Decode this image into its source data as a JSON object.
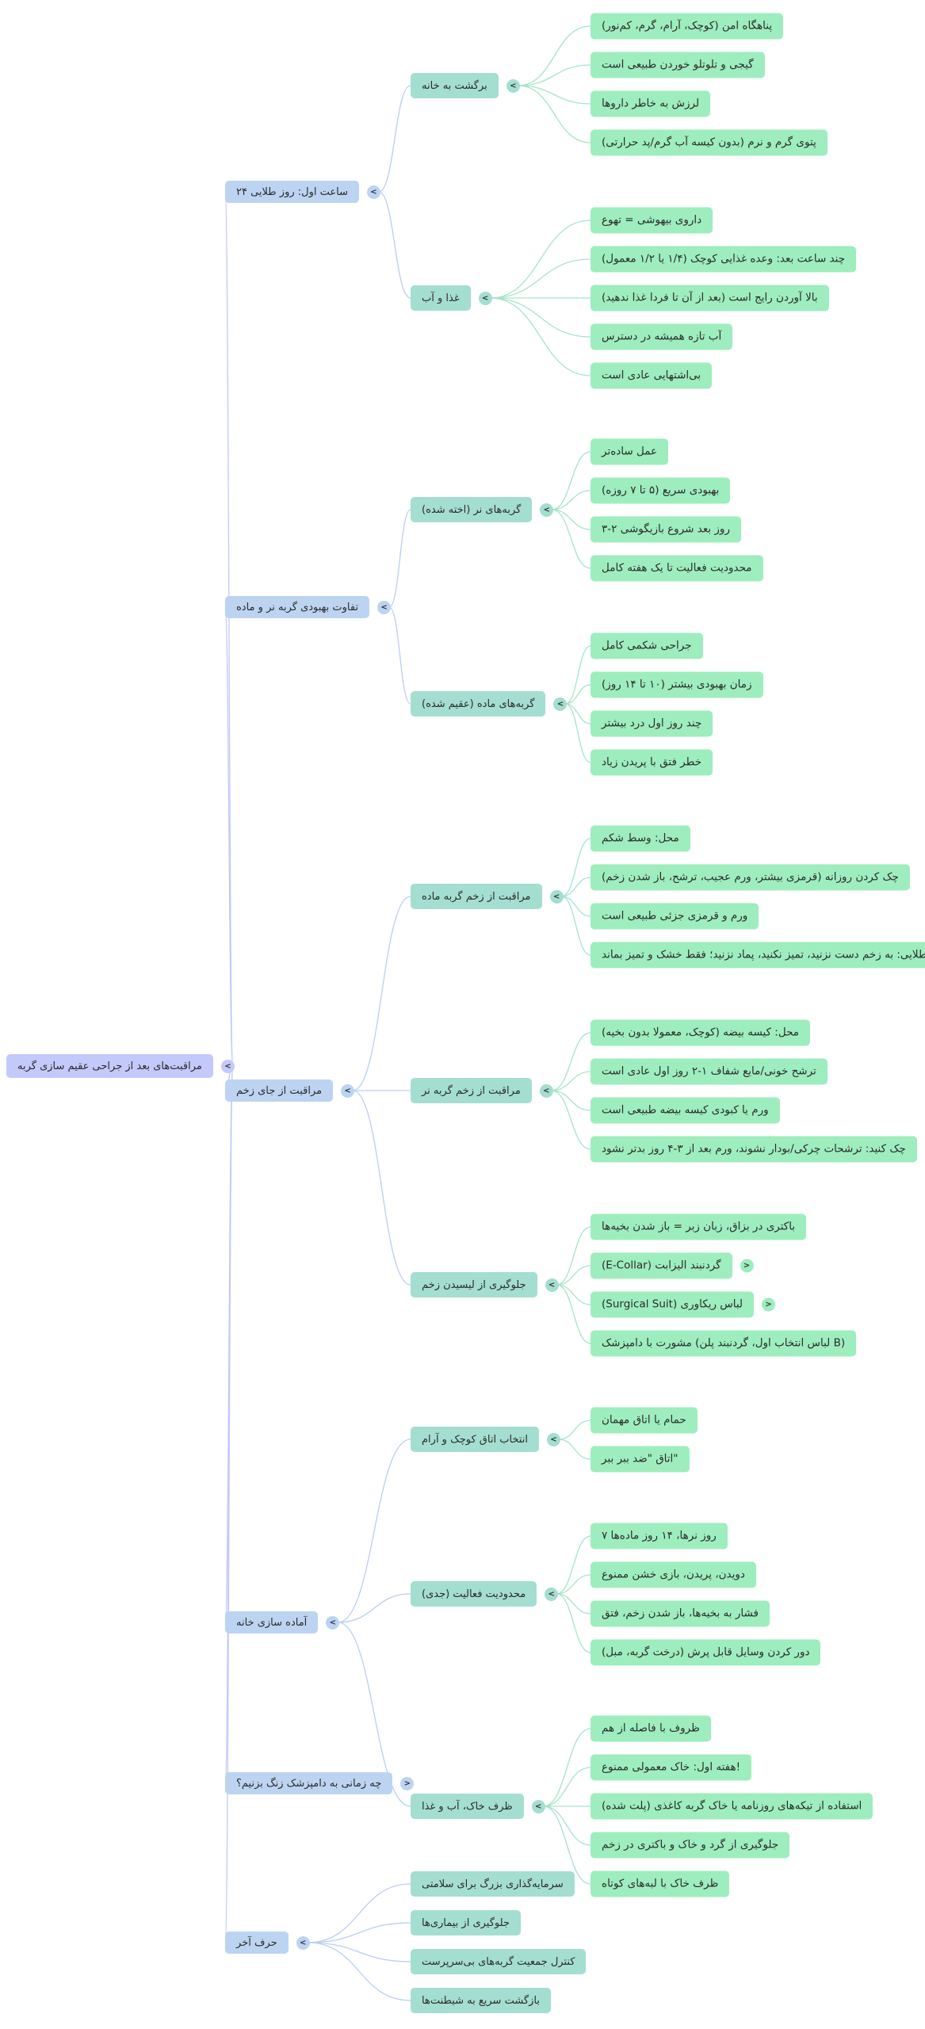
{
  "colors": {
    "root": "#c4c9fb",
    "level1": "#bcd4f1",
    "level2": "#a4ded0",
    "leaf": "#9eedbe",
    "edge_root": "#c2c9f7",
    "edge_level1": "#b9cff0",
    "edge_level2": "#a6e3c9"
  },
  "icons": {
    "expanded": "<",
    "collapsed": ">"
  },
  "tree": {
    "label": "مراقبت‌های بعد از جراحی عقیم سازی گربه",
    "children": [
      {
        "label": "ساعت اول: روز طلایی ۲۴",
        "children": [
          {
            "label": "برگشت به خانه",
            "children": [
              {
                "label": "پناهگاه امن (کوچک، آرام، گرم، کم‌نور)"
              },
              {
                "label": "گیجی و تلوتلو خوردن طبیعی است"
              },
              {
                "label": "لرزش به خاطر داروها"
              },
              {
                "label": "پتوی گرم و نرم (بدون کیسه آب گرم/پد حرارتی)"
              }
            ]
          },
          {
            "label": "غذا و آب",
            "children": [
              {
                "label": "داروی بیهوشی = تهوع"
              },
              {
                "label": "چند ساعت بعد: وعده غذایی کوچک (۱/۴ یا ۱/۲ معمول)"
              },
              {
                "label": "بالا آوردن رایج است (بعد از آن تا فردا غذا ندهید)"
              },
              {
                "label": "آب تازه همیشه در دسترس"
              },
              {
                "label": "بی‌اشتهایی عادی است"
              }
            ]
          }
        ]
      },
      {
        "label": "تفاوت بهبودی گربه نر و ماده",
        "children": [
          {
            "label": "گربه‌های نر (اخته شده)",
            "children": [
              {
                "label": "عمل ساده‌تر"
              },
              {
                "label": "بهبودی سریع (۵ تا ۷ روزه)"
              },
              {
                "label": "روز بعد شروع بازیگوشی ۲-۳"
              },
              {
                "label": "محدودیت فعالیت تا یک هفته کامل"
              }
            ]
          },
          {
            "label": "گربه‌های ماده (عقیم شده)",
            "children": [
              {
                "label": "جراحی شکمی کامل"
              },
              {
                "label": "زمان بهبودی بیشتر (۱۰ تا ۱۴ روز)"
              },
              {
                "label": "چند روز اول درد بیشتر"
              },
              {
                "label": "خطر فتق با پریدن زیاد"
              }
            ]
          }
        ]
      },
      {
        "label": "مراقبت از جای زخم",
        "children": [
          {
            "label": "مراقبت از زخم گربه ماده",
            "children": [
              {
                "label": "محل: وسط شکم"
              },
              {
                "label": "چک کردن روزانه (قرمزی بیشتر، ورم عجیب، ترشح، باز شدن زخم)"
              },
              {
                "label": "ورم و قرمزی جزئی طبیعی است"
              },
              {
                "label": "قانون طلایی: به زخم دست نزنید، تمیز نکنید، پماد نزنید؛ فقط خشک و تمیز بماند"
              }
            ]
          },
          {
            "label": "مراقبت از زخم گربه نر",
            "children": [
              {
                "label": "محل: کیسه بیضه (کوچک، معمولا بدون بخیه)"
              },
              {
                "label": "ترشح خونی/مایع شفاف ۱-۲ روز اول عادی است"
              },
              {
                "label": "ورم یا کبودی کیسه بیضه طبیعی است"
              },
              {
                "label": "چک کنید: ترشحات چرکی/بودار نشوند، ورم بعد از ۳-۴ روز بدتر نشود"
              }
            ]
          },
          {
            "label": "جلوگیری از لیسیدن زخم",
            "children": [
              {
                "label": "باکتری در بزاق، زبان زبر = باز شدن بخیه‌ها"
              },
              {
                "label": "گردنبند الیزابت (E-Collar)",
                "collapsed": true
              },
              {
                "label": "لباس ریکاوری (Surgical Suit)",
                "collapsed": true
              },
              {
                "label": "(B لباس انتخاب اول، گردنبند پلن) مشورت با دامپزشک"
              }
            ]
          }
        ]
      },
      {
        "label": "آماده سازی خانه",
        "children": [
          {
            "label": "انتخاب اتاق کوچک و آرام",
            "children": [
              {
                "label": "حمام یا اتاق مهمان"
              },
              {
                "label": "\"اتاق \"ضد ببر ببر"
              }
            ]
          },
          {
            "label": "محدودیت فعالیت (جدی)",
            "children": [
              {
                "label": "روز نرها، ۱۴ روز ماده‌ها ۷"
              },
              {
                "label": "دویدن، پریدن، بازی خشن ممنوع"
              },
              {
                "label": "فشار به بخیه‌ها، باز شدن زخم، فتق"
              },
              {
                "label": "دور کردن وسایل قابل پرش (درخت گربه، مبل)"
              }
            ]
          },
          {
            "label": "ظرف خاک، آب و غذا",
            "children": [
              {
                "label": "ظروف با فاصله از هم"
              },
              {
                "label": "!هفته اول: خاک معمولی ممنوع"
              },
              {
                "label": "استفاده از تیکه‌های روزنامه یا خاک گربه کاغذی (پلت شده)"
              },
              {
                "label": "جلوگیری از گرد و خاک و باکتری در زخم"
              },
              {
                "label": "ظرف خاک با لبه‌های کوتاه"
              }
            ]
          }
        ]
      },
      {
        "label": "چه زمانی به دامپزشک زنگ بزنیم؟",
        "collapsed": true
      },
      {
        "label": "حرف آخر",
        "children": [
          {
            "label": "سرمایه‌گذاری بزرگ برای سلامتی"
          },
          {
            "label": "جلوگیری از بیماری‌ها"
          },
          {
            "label": "کنترل جمعیت گربه‌های بی‌سرپرست"
          },
          {
            "label": "بازگشت سریع به شیطنت‌ها"
          }
        ]
      }
    ]
  }
}
